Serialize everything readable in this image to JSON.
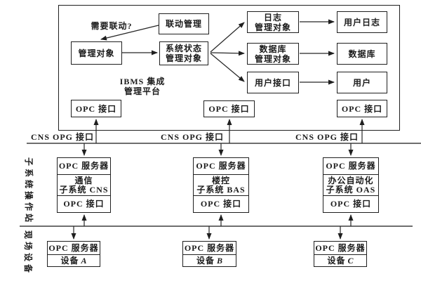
{
  "colors": {
    "ink": "#1b1b1b",
    "background": "#ffffff"
  },
  "ibms": {
    "title1": "IBMS 集成",
    "title2": "管理平台",
    "need_linkage": "需要联动?",
    "linkage_mgmt": "联动管理",
    "mgmt_object": "管理对象",
    "sys_status1": "系统状态",
    "sys_status2": "管理对象",
    "log_mgmt1": "日志",
    "log_mgmt2": "管理对象",
    "db_mgmt1": "数据库",
    "db_mgmt2": "管理对象",
    "user_interface": "用户接口",
    "user_log": "用户日志",
    "database": "数据库",
    "user": "用户",
    "opc_interface": "OPC 接口"
  },
  "bus_labels": [
    {
      "text": "CNS OPG 接口"
    },
    {
      "text": "CNS OPG 接口"
    },
    {
      "text": "CNS OPG 接口"
    }
  ],
  "sections": {
    "subsystem_station": "子系统操作站",
    "field_devices": "现场设备"
  },
  "subsystems": [
    {
      "server": "OPC 服务器",
      "name1": "通信",
      "name2": "子系统 CNS",
      "iface": "OPC 接口"
    },
    {
      "server": "OPC 服务器",
      "name1": "楼控",
      "name2": "子系统 BAS",
      "iface": "OPC 接口"
    },
    {
      "server": "OPC 服务器",
      "name1": "办公自动化",
      "name2": "子系统 OAS",
      "iface": "OPC 接口"
    }
  ],
  "devices": [
    {
      "server": "OPC 服务器",
      "prefix": "设备",
      "letter": "A"
    },
    {
      "server": "OPC 服务器",
      "prefix": "设备",
      "letter": "B"
    },
    {
      "server": "OPC 服务器",
      "prefix": "设备",
      "letter": "C"
    }
  ]
}
